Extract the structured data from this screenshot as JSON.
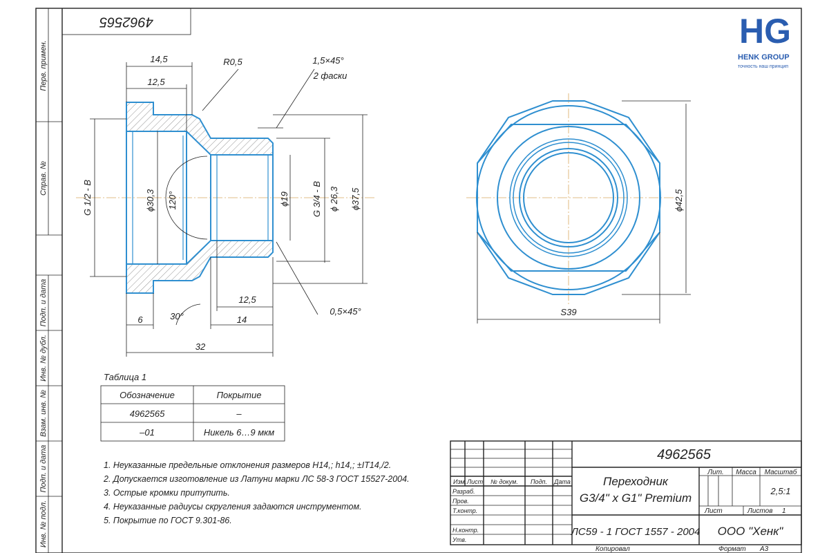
{
  "drawing_number": "4962565",
  "drawing_number_rotated": "4962565",
  "logo": {
    "letters": "HG",
    "company": "HENK GROUP",
    "slogan": "точность наш принцип",
    "color": "#2a5db0"
  },
  "left_strip": {
    "top_labels": [
      "Перв. примен.",
      "Справ. №"
    ],
    "bottom_labels": [
      "Подп. и дата",
      "Инв. № дубл.",
      "Взам. инв. №",
      "Подп. и дата",
      "Инв. № подл."
    ]
  },
  "dims": {
    "d14_5": "14,5",
    "d12_5a": "12,5",
    "r0_5": "R0,5",
    "ch15": "1,5×45°",
    "ch2": "2 фаски",
    "g12": "G 1/2 - B",
    "d30_3": "ϕ30,3",
    "a120": "120°",
    "d19": "ϕ19",
    "g34": "G 3/4 - B",
    "d26_3": "ϕ 26,3",
    "d37_5": "ϕ37,5",
    "d12_5b": "12,5",
    "ch05": "0,5×45°",
    "d6": "6",
    "a30": "30°",
    "d14": "14",
    "d32": "32",
    "d42_5": "ϕ42,5",
    "s39": "S39"
  },
  "table1": {
    "title": "Таблица 1",
    "headers": [
      "Обозначение",
      "Покрытие"
    ],
    "rows": [
      [
        "4962565",
        "–"
      ],
      [
        "–01",
        "Никель 6…9 мкм"
      ]
    ]
  },
  "notes": [
    "1. Неуказанные предельные отклонения размеров H14,; h14,; ±IT14,/2.",
    "2. Допускается изготовление из Латуни марки ЛС 58-3 ГОСТ 15527-2004.",
    "3. Острые кромки притупить.",
    "4. Неуказанные радиусы скругления задаются инструментом.",
    "5. Покрытие по ГОСТ 9.301-86."
  ],
  "title_block": {
    "number": "4962565",
    "col_headers": [
      "Изм.",
      "Лист",
      "№ докум.",
      "Подп.",
      "Дата"
    ],
    "roles": [
      "Разраб.",
      "Пров.",
      "Т.контр.",
      "Н.контр.",
      "Утв."
    ],
    "name_line1": "Переходник",
    "name_line2": "G3/4\" x G1\" Premium",
    "material": "ЛС59 - 1 ГОСТ 1557 - 2004",
    "lit": "Лит.",
    "mass": "Масса",
    "scale_label": "Масштаб",
    "scale": "2,5:1",
    "sheet": "Лист",
    "sheets": "Листов",
    "sheets_count": "1",
    "company": "ООО \"Хенк\""
  },
  "footer": {
    "copied": "Копировал",
    "format_label": "Формат",
    "format": "А3"
  }
}
